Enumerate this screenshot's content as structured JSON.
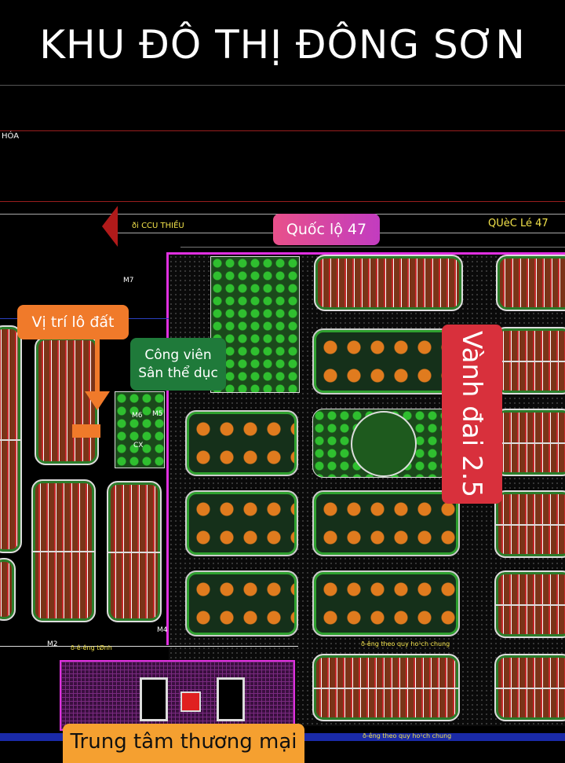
{
  "title": "KHU ĐÔ THỊ ĐÔNG SƠN",
  "map": {
    "corner_text": "HÓA",
    "road_label_small": "ði CCU THIỀU",
    "road_label_yellow": "QUèC Lé 47",
    "road_note_1": "ð-êng theo quy ho¹ch chung",
    "road_note_2": "ð-êng theo quy ho¹ch chung",
    "road_note_3": "ð-ê-êng tØnh",
    "markers": [
      "M7",
      "M6",
      "M5",
      "M4",
      "M2",
      "CX"
    ]
  },
  "labels": {
    "highway": "Quốc lộ 47",
    "lot_location": "Vị trí lô đất",
    "park_line1": "Công viên",
    "park_line2": "Sân thể dục",
    "ring_road": "Vành đai 2.5",
    "commercial": "Trung tâm thương mại"
  },
  "colors": {
    "highway_label": "#d94cb0",
    "lot_label": "#f07a2a",
    "park_label": "#1f7a3a",
    "ring_road_label": "#d8303c",
    "commercial_label": "#f5a030"
  }
}
